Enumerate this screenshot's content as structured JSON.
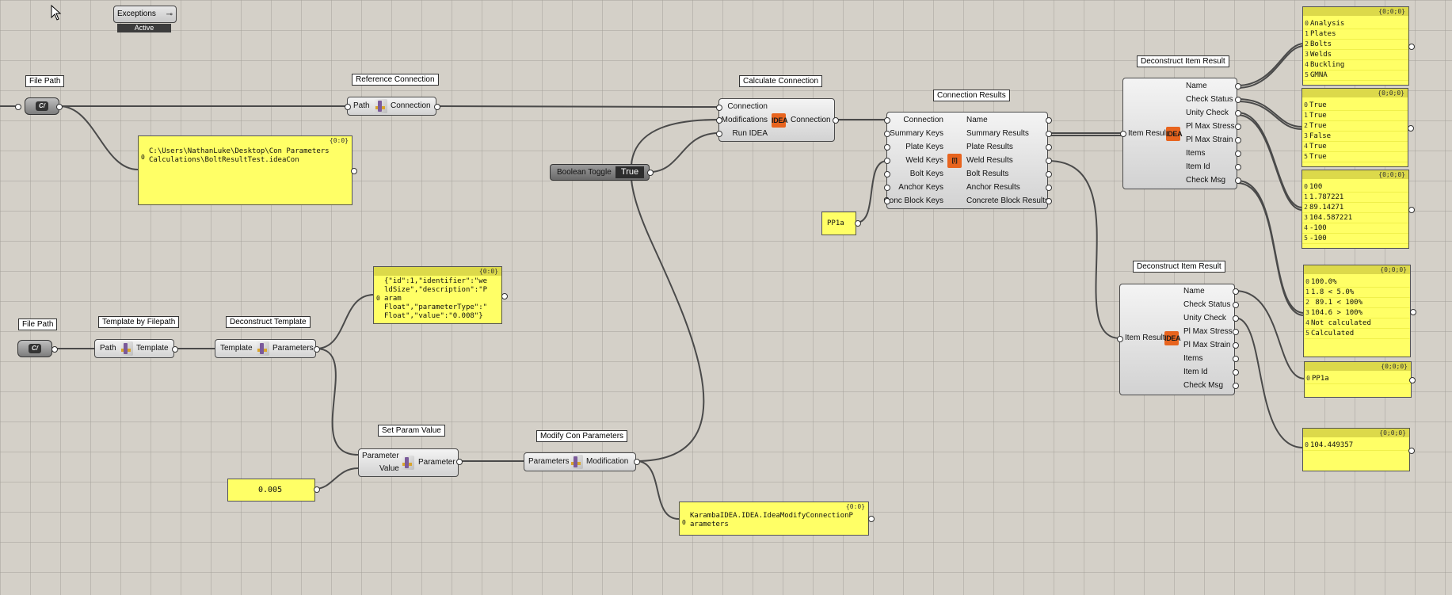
{
  "exceptions": {
    "label": "Exceptions",
    "status": "Active"
  },
  "labels": {
    "file_path_1": "File Path",
    "reference_connection": "Reference Connection",
    "calculate_connection": "Calculate Connection",
    "connection_results": "Connection Results",
    "deconstruct_item_result_1": "Deconstruct Item Result",
    "deconstruct_item_result_2": "Deconstruct Item Result",
    "file_path_2": "File Path",
    "template_by_filepath": "Template by Filepath",
    "deconstruct_template": "Deconstruct Template",
    "set_param_value": "Set Param Value",
    "modify_con_parameters": "Modify Con Parameters"
  },
  "param_glyph": "C/",
  "icons": {
    "idea": "IDEA"
  },
  "components": {
    "reference_connection": {
      "inputs": [
        "Path"
      ],
      "outputs": [
        "Connection"
      ]
    },
    "calculate_connection": {
      "inputs": [
        "Connection",
        "Modifications",
        "Run IDEA"
      ],
      "outputs": [
        "Connection"
      ]
    },
    "connection_results": {
      "inputs": [
        "Connection",
        "Summary Keys",
        "Plate Keys",
        "Weld Keys",
        "Bolt Keys",
        "Anchor Keys",
        "Conc Block Keys"
      ],
      "outputs": [
        "Name",
        "Summary Results",
        "Plate Results",
        "Weld Results",
        "Bolt Results",
        "Anchor Results",
        "Concrete Block Results"
      ]
    },
    "deconstruct_1": {
      "inputs": [
        "Item Result"
      ],
      "outputs": [
        "Name",
        "Check Status",
        "Unity Check",
        "Pl Max Stress",
        "Pl Max Strain",
        "Items",
        "Item Id",
        "Check Msg"
      ]
    },
    "deconstruct_2": {
      "inputs": [
        "Item Result"
      ],
      "outputs": [
        "Name",
        "Check Status",
        "Unity Check",
        "Pl Max Stress",
        "Pl Max Strain",
        "Items",
        "Item Id",
        "Check Msg"
      ]
    },
    "template_by_filepath": {
      "inputs": [
        "Path"
      ],
      "outputs": [
        "Template"
      ]
    },
    "deconstruct_template": {
      "inputs": [
        "Template"
      ],
      "outputs": [
        "Parameters"
      ]
    },
    "set_param_value": {
      "inputs": [
        "Parameter",
        "Value"
      ],
      "outputs": [
        "Parameter"
      ]
    },
    "modify_con_parameters": {
      "inputs": [
        "Parameters"
      ],
      "outputs": [
        "Modification"
      ]
    }
  },
  "boolean_toggle": {
    "label": "Boolean Toggle",
    "value": "True"
  },
  "panels": {
    "file_path": {
      "path": "{0:0}",
      "rows": [
        "C:\\Users\\NathanLuke\\Desktop\\Con Parameters",
        "Calculations\\BoltResultTest.ideaCon"
      ]
    },
    "template_json": {
      "path": "{0:0}",
      "rows": [
        "{\"id\":1,\"identifier\":\"we",
        "ldSize\",\"description\":\"P",
        "aram",
        "Float\",\"parameterType\":\"",
        "Float\",\"value\":\"0.008\"}"
      ]
    },
    "number": {
      "value": "0.005"
    },
    "ppla": {
      "value": "PP1a"
    },
    "modification_out": {
      "path": "{0:0}",
      "rows": [
        "KarambaIDEA.IDEA.IdeaModifyConnectionP",
        "arameters"
      ]
    },
    "names": {
      "path": "{0;0;0}",
      "rows": [
        "Analysis",
        "Plates",
        "Bolts",
        "Welds",
        "Buckling",
        "GMNA"
      ]
    },
    "check_status": {
      "path": "{0;0;0}",
      "rows": [
        "True",
        "True",
        "True",
        "False",
        "True",
        "True"
      ]
    },
    "unity": {
      "path": "{0;0;0}",
      "rows": [
        "100",
        "1.787221",
        "89.14271",
        "104.587221",
        "-100",
        "-100"
      ]
    },
    "check_msg": {
      "path": "{0;0;0}",
      "rows": [
        "100.0%",
        "1.8 < 5.0%",
        " 89.1 < 100%",
        "104.6 > 100%",
        "Not calculated",
        "Calculated"
      ]
    },
    "name2": {
      "path": "{0;0;0}",
      "rows": [
        "PP1a"
      ]
    },
    "unity2": {
      "path": "{0;0;0}",
      "rows": [
        "104.449357"
      ]
    }
  }
}
